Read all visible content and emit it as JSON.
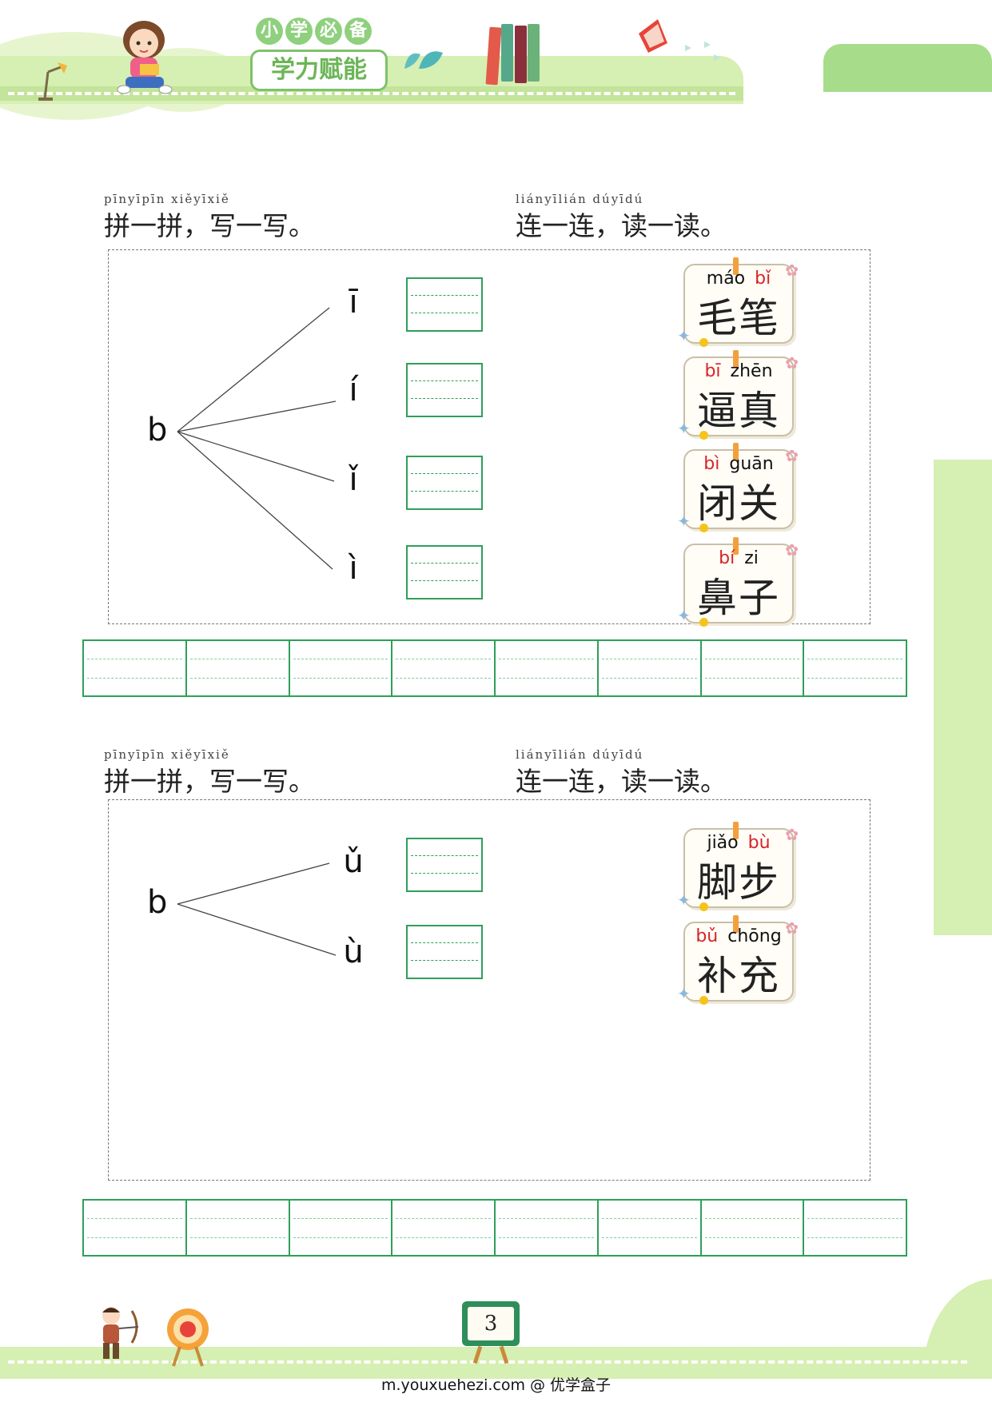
{
  "header": {
    "badge_top": [
      "小",
      "学",
      "必",
      "备"
    ],
    "badge_main": "学力赋能"
  },
  "sections": [
    {
      "title_left": {
        "pinyin": "pīnyīpīn xiěyīxiě",
        "text": "拼一拼，写一写。"
      },
      "title_right": {
        "pinyin": "liányīlián dúyīdú",
        "text": "连一连，读一读。"
      },
      "initial": "b",
      "tones": [
        "ī",
        "í",
        "ǐ",
        "ì"
      ],
      "cards": [
        {
          "pinyin1": "máo",
          "pinyin2": "bǐ",
          "hanzi": "毛笔",
          "red": 2
        },
        {
          "pinyin1": "bī",
          "pinyin2": "zhēn",
          "hanzi": "逼真",
          "red": 1
        },
        {
          "pinyin1": "bì",
          "pinyin2": "guān",
          "hanzi": "闭关",
          "red": 1
        },
        {
          "pinyin1": "bí",
          "pinyin2": "zi",
          "hanzi": "鼻子",
          "red": 1
        }
      ]
    },
    {
      "title_left": {
        "pinyin": "pīnyīpīn xiěyīxiě",
        "text": "拼一拼，写一写。"
      },
      "title_right": {
        "pinyin": "liányīlián dúyīdú",
        "text": "连一连，读一读。"
      },
      "initial": "b",
      "tones": [
        "ǔ",
        "ù"
      ],
      "cards": [
        {
          "pinyin1": "jiǎo",
          "pinyin2": "bù",
          "hanzi": "脚步",
          "red": 2
        },
        {
          "pinyin1": "bǔ",
          "pinyin2": "chōng",
          "hanzi": "补充",
          "red": 1
        }
      ]
    }
  ],
  "footer": {
    "page_number": "3",
    "site": "m.youxuehezi.com @ 优学盒子"
  }
}
